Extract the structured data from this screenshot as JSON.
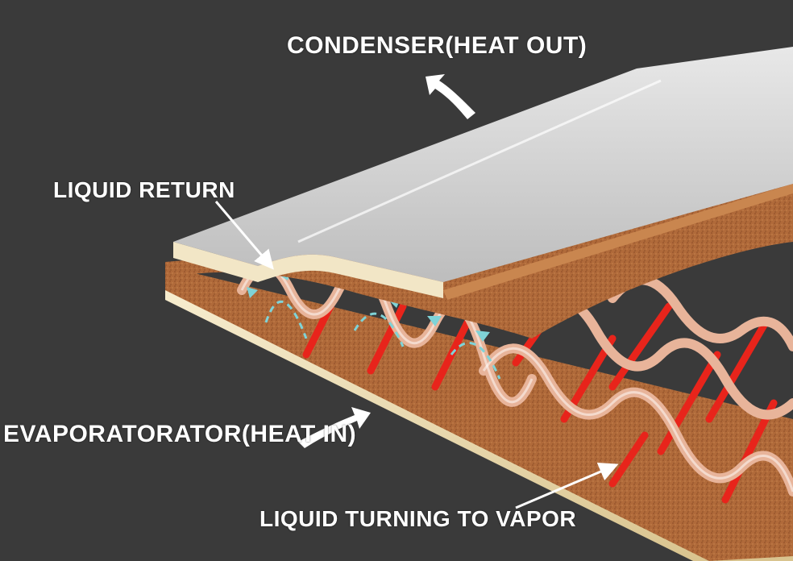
{
  "labels": {
    "condenser": "CONDENSER(HEAT OUT)",
    "liquid_return": "LIQUID RETURN",
    "evaporator": "EVAPORATORATOR(HEAT IN)",
    "vapor": "LIQUID TURNING TO VAPOR"
  },
  "colors": {
    "background": "#3a3a3a",
    "copper_wick": "#b9703f",
    "copper_dark": "#8a4a25",
    "top_plate": "#dcdcdc",
    "base_plate": "#f3e7c4",
    "wave": "#e8b49a",
    "heat_arrows": "#e8241b",
    "liquid_arrows": "#7fd3d7",
    "label_text": "#ffffff"
  }
}
